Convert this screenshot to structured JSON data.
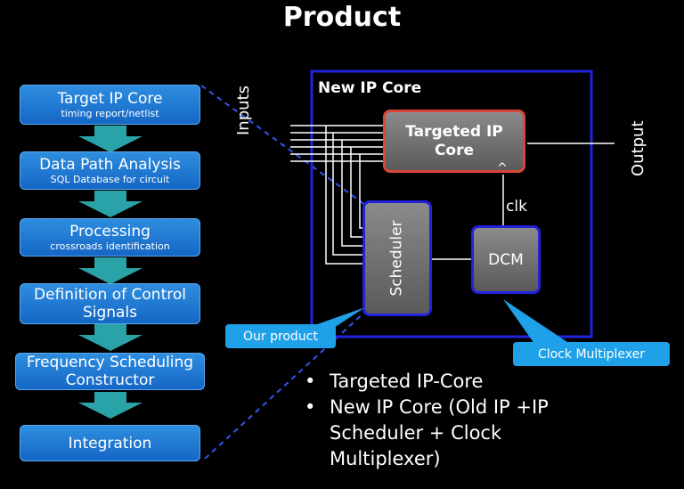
{
  "title": "Product",
  "flow": [
    {
      "main": "Target IP Core",
      "sub": "timing report/netlist"
    },
    {
      "main": "Data Path Analysis",
      "sub": "SQL Database for circuit"
    },
    {
      "main": "Processing",
      "sub": "crossroads identification"
    },
    {
      "main": "Definition of Control Signals",
      "sub": ""
    },
    {
      "main": "Frequency Scheduling Constructor",
      "sub": ""
    },
    {
      "main": "Integration",
      "sub": ""
    }
  ],
  "diagram": {
    "container_label": "New IP Core",
    "inputs_label": "Inputs",
    "output_label": "Output",
    "targeted_core": "Targeted IP Core",
    "caret": "^",
    "clk_label": "clk",
    "scheduler": "Scheduler",
    "dcm": "DCM"
  },
  "callouts": {
    "our_product": "Our product",
    "clock_multiplexer": "Clock Multiplexer"
  },
  "bullets": [
    "Targeted IP-Core",
    "New IP Core (Old IP +IP Scheduler + Clock Multiplexer)"
  ],
  "colors": {
    "flow_box": "#1a75d1",
    "arrow": "#2aa3a8",
    "container_border": "#2222dd",
    "targeted_border": "#d9463a",
    "callout": "#1ea1e8"
  }
}
